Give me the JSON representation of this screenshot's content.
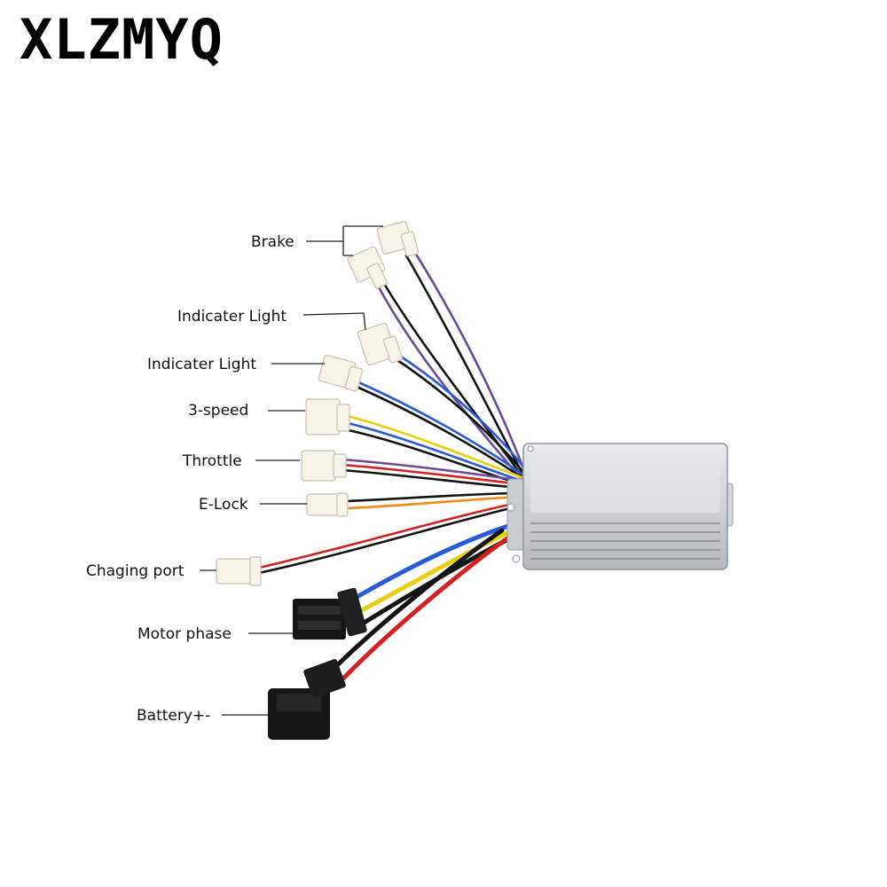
{
  "brand": "XLZMYQ",
  "labels": {
    "brake": "Brake",
    "indicator_1": "Indicater Light",
    "indicator_2": "Indicater Light",
    "speed": "3-speed",
    "throttle": "Throttle",
    "elock": "E-Lock",
    "charging": "Chaging port",
    "motor": "Motor phase",
    "battery": "Battery+-"
  },
  "colors": {
    "housing": "#c8cbcf",
    "wire_red": "#d62020",
    "wire_yellow": "#e8cf10",
    "wire_blue": "#2a5bd7",
    "wire_black": "#141414",
    "wire_purple": "#6b4a9a",
    "wire_orange": "#f08a18"
  }
}
